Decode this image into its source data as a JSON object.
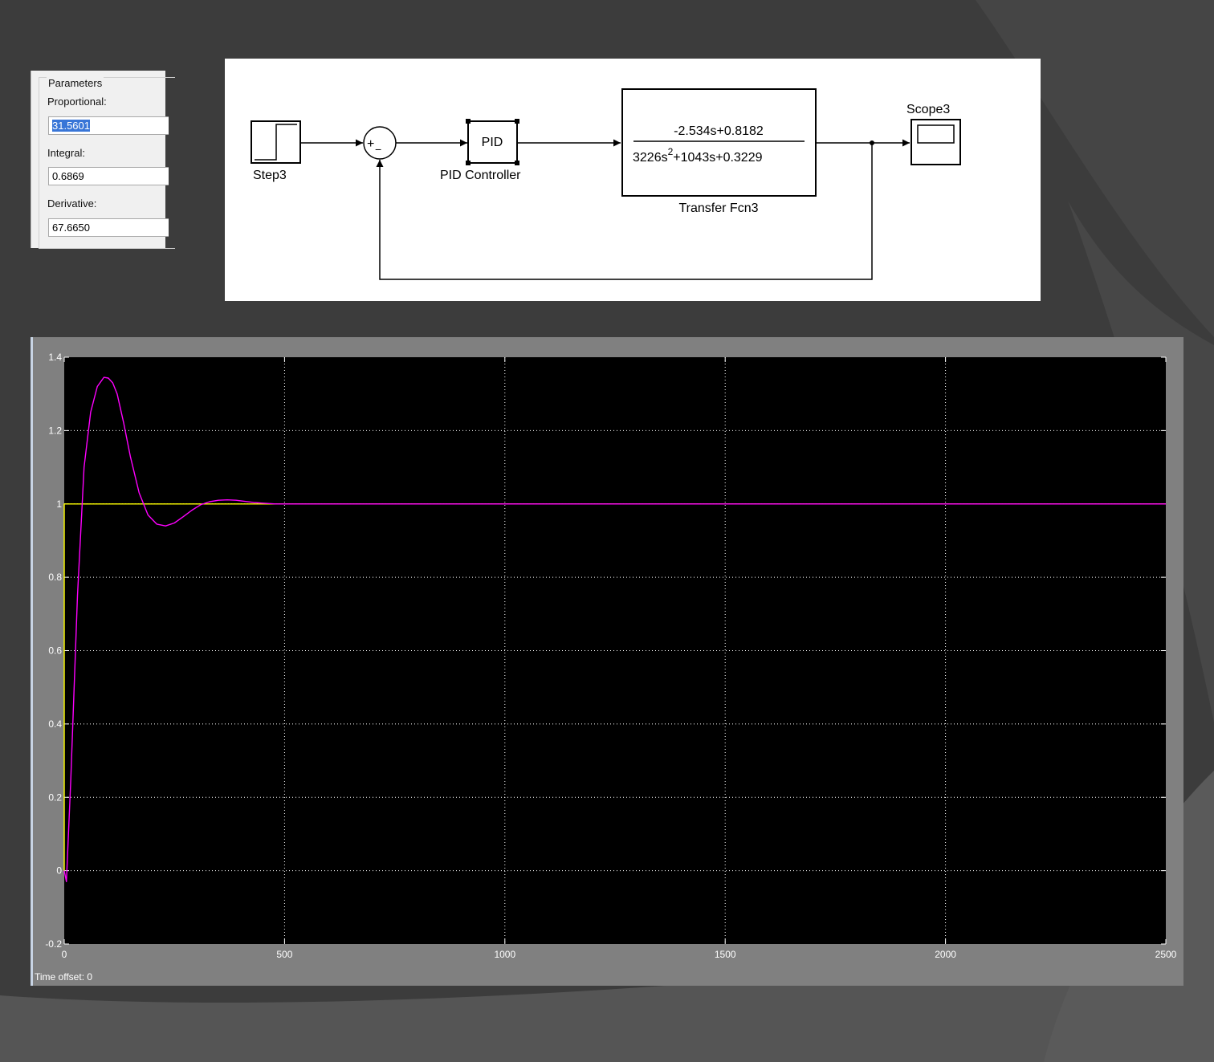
{
  "parameters": {
    "title": "Parameters",
    "proportional_label": "Proportional:",
    "proportional_value": "31.5601",
    "integral_label": "Integral:",
    "integral_value": "0.6869",
    "derivative_label": "Derivative:",
    "derivative_value": "67.6650"
  },
  "diagram": {
    "step_label": "Step3",
    "sum_plus": "+",
    "sum_minus": "−",
    "pid_block_text": "PID",
    "pid_label": "PID Controller",
    "tf_numerator": "-2.534s+0.8182",
    "tf_denominator_a": "3226s",
    "tf_denominator_exp": "2",
    "tf_denominator_b": "+1043s+0.3229",
    "tf_label": "Transfer Fcn3",
    "scope_label": "Scope3"
  },
  "scope": {
    "time_offset": "Time offset:  0",
    "colors": {
      "step": "#ffff00",
      "response": "#ff00ff",
      "grid": "#ffffff",
      "background": "#000000"
    }
  },
  "chart_data": {
    "type": "line",
    "title": "",
    "xlabel": "",
    "ylabel": "",
    "xlim": [
      0,
      2500
    ],
    "ylim": [
      -0.2,
      1.4
    ],
    "grid": true,
    "x_ticks": [
      "0",
      "500",
      "1000",
      "1500",
      "2000",
      "2500"
    ],
    "y_ticks": [
      "-0.2",
      "0",
      "0.2",
      "0.4",
      "0.6",
      "0.8",
      "1",
      "1.2",
      "1.4"
    ],
    "series": [
      {
        "color": "#ffff00",
        "x": [
          0,
          0,
          2500
        ],
        "y": [
          0,
          1,
          1
        ]
      },
      {
        "color": "#ff00ff",
        "x": [
          0,
          5,
          15,
          30,
          45,
          60,
          75,
          90,
          100,
          110,
          120,
          135,
          150,
          170,
          190,
          210,
          230,
          250,
          270,
          290,
          310,
          330,
          350,
          370,
          390,
          410,
          430,
          450,
          480,
          520,
          600,
          800,
          1200,
          1600,
          2000,
          2500
        ],
        "y": [
          0,
          -0.03,
          0.25,
          0.75,
          1.1,
          1.25,
          1.32,
          1.345,
          1.343,
          1.33,
          1.3,
          1.22,
          1.13,
          1.03,
          0.97,
          0.945,
          0.94,
          0.948,
          0.965,
          0.983,
          0.998,
          1.006,
          1.01,
          1.011,
          1.01,
          1.007,
          1.004,
          1.002,
          1.0,
          1.0,
          1.0,
          1.0,
          1.0,
          1.0,
          1.0,
          1.0
        ]
      }
    ]
  }
}
